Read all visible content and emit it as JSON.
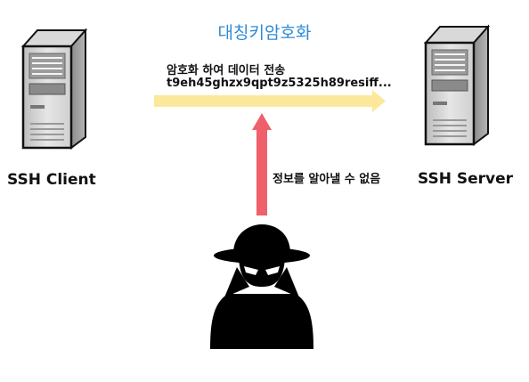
{
  "title": "대칭키암호화",
  "message": {
    "line1": "암호화 하여 데이터 전송",
    "line2": "t9eh45ghzx9qpt9z5325h89resiff..."
  },
  "client": {
    "label": "SSH Client",
    "icon": "server-tower-icon"
  },
  "server": {
    "label": "SSH Server",
    "icon": "server-tower-icon"
  },
  "attacker": {
    "icon": "spy-icon",
    "caption": "정보를 알아낼 수 없음"
  },
  "colors": {
    "title": "#2e8bd6",
    "transfer_arrow": "#fbe89a",
    "attack_arrow": "#f0606a",
    "silhouette": "#000000"
  }
}
